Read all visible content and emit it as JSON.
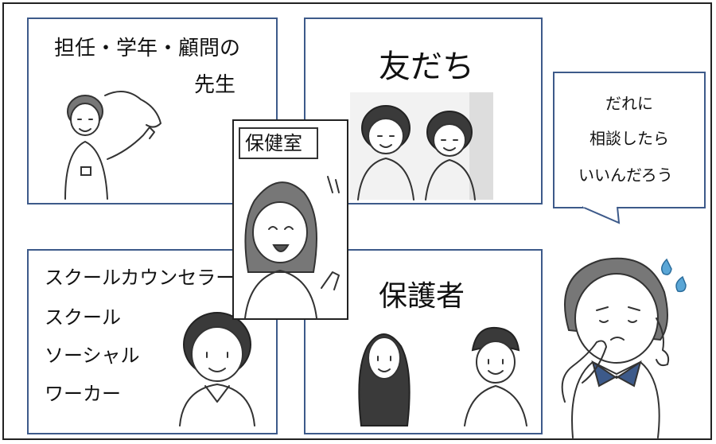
{
  "cards": {
    "teachers": {
      "line1": "担任・学年・顧問の",
      "line2": "先生"
    },
    "friends": {
      "label": "友だち"
    },
    "counselors": {
      "line1": "スクールカウンセラー",
      "line2": "スクール",
      "line3": "ソーシャル",
      "line4": "ワーカー"
    },
    "parents": {
      "label": "保護者"
    },
    "nurse_office": {
      "sign": "保健室"
    }
  },
  "speech_bubble": {
    "line1": "だれに",
    "line2": "相談したら",
    "line3": "いいんだろう"
  },
  "colors": {
    "card_border": "#3d5a8a",
    "frame_border": "#222222",
    "tear_drop": "#5aa6d6"
  },
  "icons": [
    "teacher-illustration",
    "friends-illustration",
    "nurse-illustration",
    "counselor-illustration",
    "parents-illustration",
    "worried-student-illustration",
    "sweat-drops-icon"
  ]
}
